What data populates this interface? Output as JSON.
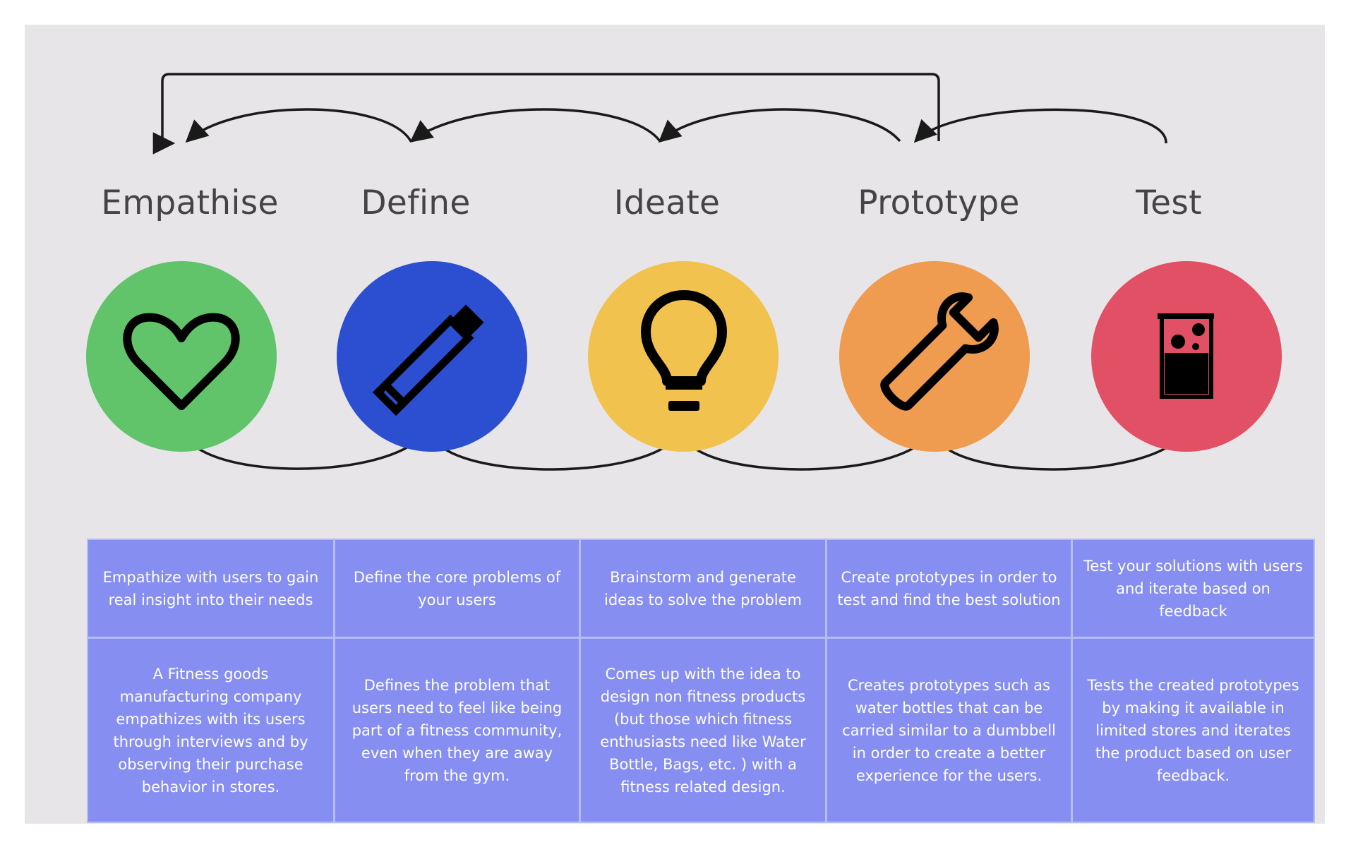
{
  "stages": [
    {
      "title": "Empathise",
      "color": "#61c46a",
      "icon": "heart-icon",
      "summary": "Empathize with users to gain real insight into their needs",
      "example": "A Fitness goods manufacturing  company empathizes with its users through interviews and by observing their purchase behavior in stores."
    },
    {
      "title": "Define",
      "color": "#2c4fd2",
      "icon": "pencil-icon",
      "summary": "Define the core problems of your users",
      "example": "Defines the problem that users need to feel like being part of a fitness community, even when they are away from the gym."
    },
    {
      "title": "Ideate",
      "color": "#f2c24e",
      "icon": "lightbulb-icon",
      "summary": "Brainstorm and generate ideas to solve the problem",
      "example": "Comes up with the idea to design non fitness products (but those which fitness enthusiasts need like Water Bottle, Bags, etc. )  with a fitness related design."
    },
    {
      "title": "Prototype",
      "color": "#ef9b50",
      "icon": "wrench-icon",
      "summary": "Create prototypes in order to test and find the best solution",
      "example": "Creates prototypes such as water bottles that can be carried similar to a dumbbell in order to create a better experience for the users."
    },
    {
      "title": "Test",
      "color": "#e15064",
      "icon": "beaker-icon",
      "summary": "Test  your solutions with users and iterate based on feedback",
      "example": "Tests  the created prototypes by making it available in limited stores and iterates the product based on user feedback."
    }
  ],
  "colors": {
    "background": "#e8e5e8",
    "table_fill": "#868ef1",
    "table_border": "#b6bcf4",
    "connector": "#1a1a1a"
  }
}
